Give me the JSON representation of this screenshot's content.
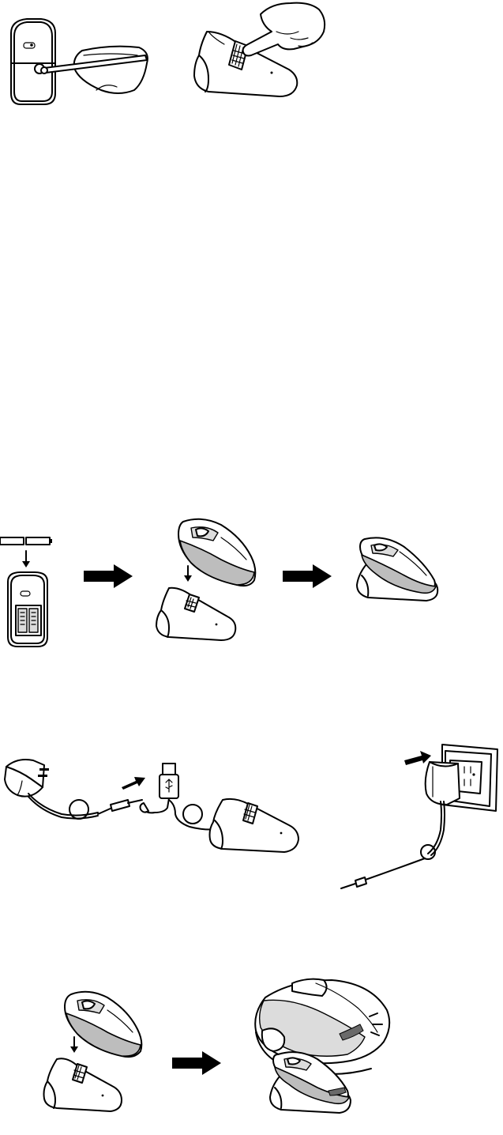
{
  "figures": [
    {
      "id": "open-cover",
      "icons": [
        "receiver-unit-icon",
        "hand-tool-icon"
      ]
    },
    {
      "id": "press-button",
      "icons": [
        "charging-cradle-icon",
        "pointing-hand-icon"
      ]
    },
    {
      "id": "batteries-and-docking",
      "icons": [
        "batteries-icon",
        "down-arrow-icon",
        "right-arrow-icon",
        "mouse-icon",
        "cradle-icon"
      ]
    },
    {
      "id": "power-connection",
      "icons": [
        "power-adapter-icon",
        "usb-cable-icon",
        "right-arrow-icon",
        "cradle-icon",
        "wall-outlet-icon"
      ]
    },
    {
      "id": "charging",
      "icons": [
        "mouse-icon",
        "cradle-icon",
        "right-arrow-icon",
        "charging-light-icon"
      ]
    }
  ],
  "colors": {
    "line": "#000000",
    "shade": "#bdbdbd",
    "light_shade": "#dcdcdc",
    "background": "#ffffff"
  }
}
